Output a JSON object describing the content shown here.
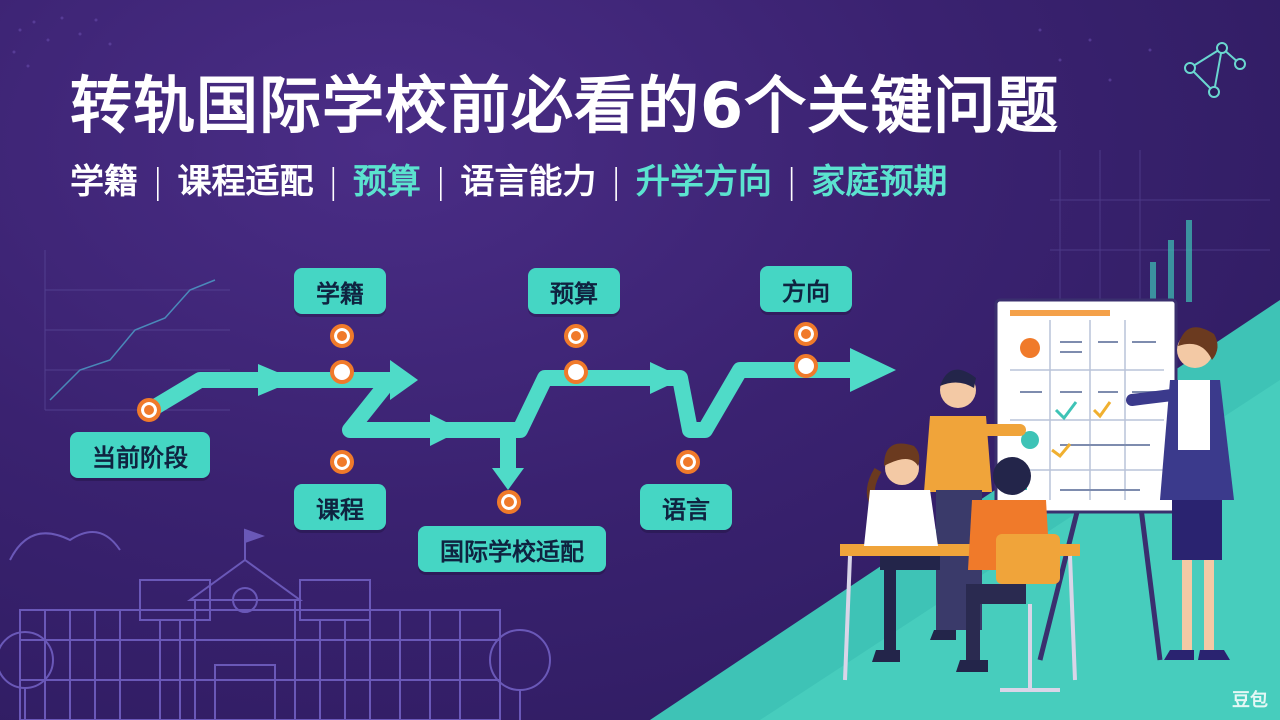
{
  "title": "转轨国际学校前必看的6个关键问题",
  "topics": [
    {
      "text": "学籍",
      "accent": false
    },
    {
      "text": "课程适配",
      "accent": false
    },
    {
      "text": "预算",
      "accent": true
    },
    {
      "text": "语言能力",
      "accent": false
    },
    {
      "text": "升学方向",
      "accent": true
    },
    {
      "text": "家庭预期",
      "accent": true
    }
  ],
  "topic_separator": "|",
  "flow_labels": {
    "start": "当前阶段",
    "xueji": "学籍",
    "kecheng": "课程",
    "fit": "国际学校适配",
    "yusuan": "预算",
    "yuyan": "语言",
    "fangxiang": "方向"
  },
  "watermark": "豆包",
  "colors": {
    "background": "#2b1a5c",
    "accent": "#5be3cf",
    "label_bg": "#45d6c4",
    "node": "#f07a2a",
    "arrow": "#4fdbc8"
  }
}
